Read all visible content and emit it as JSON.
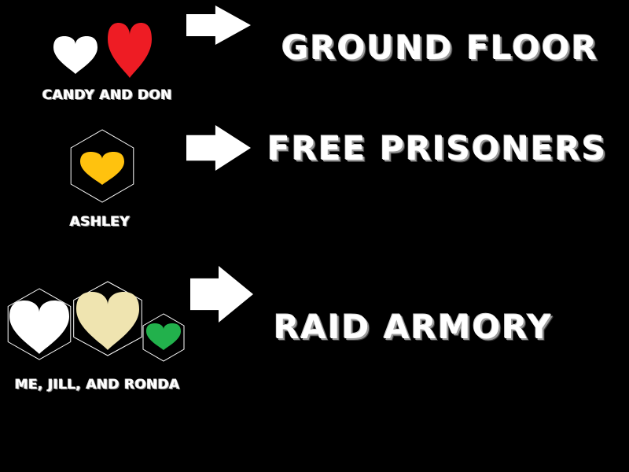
{
  "rows": [
    {
      "label": "CANDY AND DON",
      "destination": "GROUND FLOOR",
      "hearts": [
        {
          "icon": "heart-icon",
          "color": "#ffffff",
          "hexagon": false
        },
        {
          "icon": "heart-icon",
          "color": "#ee1c24",
          "hexagon": false
        }
      ]
    },
    {
      "label": "ASHLEY",
      "destination": "FREE PRISONERS",
      "hearts": [
        {
          "icon": "heart-icon",
          "color": "#ffc20e",
          "hexagon": true
        }
      ]
    },
    {
      "label": "ME, JILL, AND RONDA",
      "destination": "RAID ARMORY",
      "hearts": [
        {
          "icon": "heart-icon",
          "color": "#ffffff",
          "hexagon": true
        },
        {
          "icon": "heart-icon",
          "color": "#efe4b0",
          "hexagon": true
        },
        {
          "icon": "heart-icon",
          "color": "#22b14c",
          "hexagon": true
        }
      ]
    }
  ],
  "colors": {
    "background": "#000000",
    "arrow": "#ffffff",
    "hexagon_stroke": "#ffffff"
  }
}
